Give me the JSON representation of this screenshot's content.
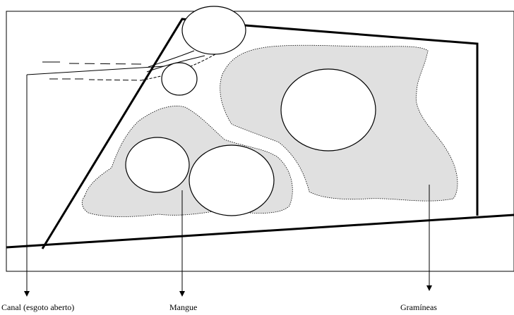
{
  "labels": {
    "canal": "Canal (esgoto aberto)",
    "mangue": "Mangue",
    "gramineas": "Gramíneas"
  },
  "colors": {
    "background": "#ffffff",
    "stroke": "#000000",
    "vegetation_fill": "#e0e0e0"
  }
}
